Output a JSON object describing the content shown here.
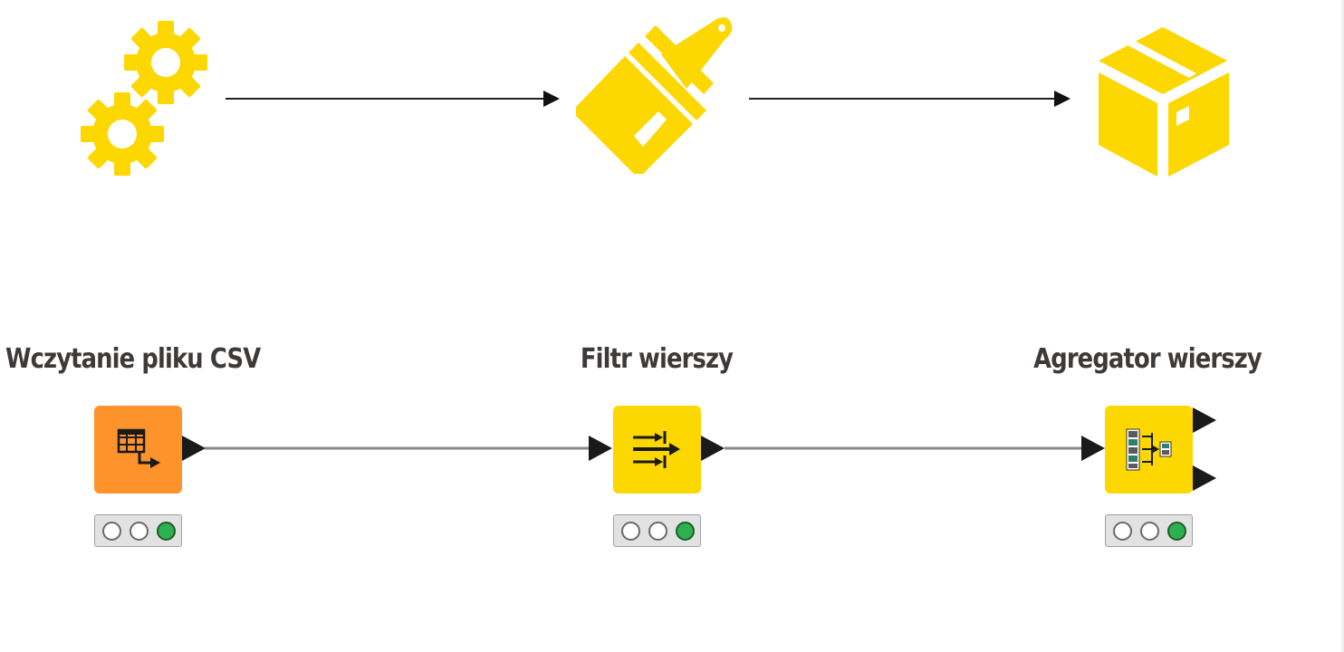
{
  "stages": [
    {
      "icon": "gears-icon"
    },
    {
      "icon": "paintbrush-icon"
    },
    {
      "icon": "box-icon"
    }
  ],
  "nodes": [
    {
      "label": "Wczytanie pliku CSV",
      "icon": "csv-reader-icon",
      "color": "#fe922b",
      "status": [
        "off",
        "off",
        "on"
      ]
    },
    {
      "label": "Filtr wierszy",
      "icon": "row-filter-icon",
      "color": "#fdd700",
      "status": [
        "off",
        "off",
        "on"
      ]
    },
    {
      "label": "Agregator wierszy",
      "icon": "row-aggregator-icon",
      "color": "#fdd700",
      "status": [
        "off",
        "off",
        "on"
      ]
    }
  ],
  "colors": {
    "accent_yellow": "#fdd700",
    "reader_orange": "#fe922b",
    "status_green": "#2db14e"
  }
}
